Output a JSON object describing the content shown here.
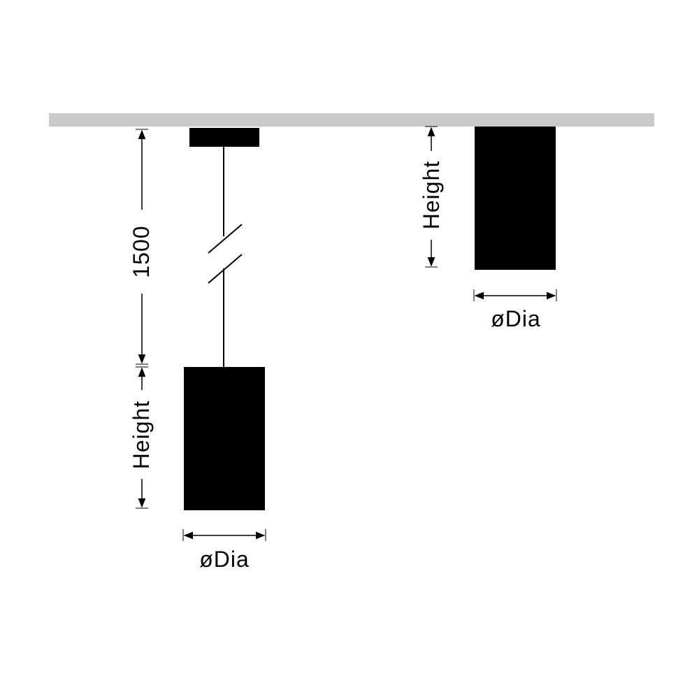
{
  "colors": {
    "ceiling": "#c9c9c9",
    "fixture": "#000000",
    "background": "#ffffff"
  },
  "pendant": {
    "cable_length_label": "1500",
    "height_label": "Height",
    "diameter_label": "øDia"
  },
  "surface": {
    "height_label": "Height",
    "diameter_label": "øDia"
  }
}
